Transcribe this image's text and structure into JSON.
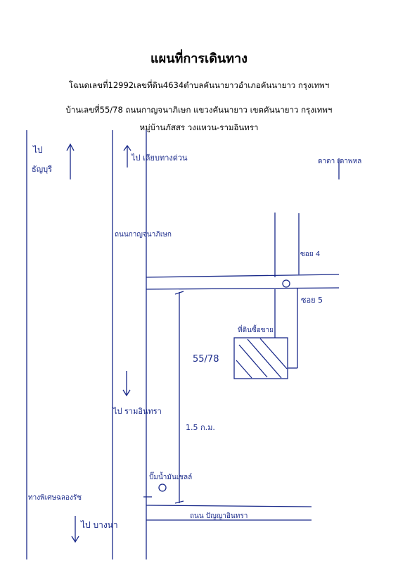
{
  "document": {
    "title": "แผนที่การเดินทาง",
    "line1": "โฉนดเลขที่12992เลขที่ดิน4634ตำบลคันนายาวอำเภอคันนายาว กรุงเทพฯ",
    "line2": "บ้านเลขที่55/78 ถนนกาญจนาภิเษก แขวงคันนายาว เขตคันนายาว กรุงเทพฯ",
    "line3": "หมู่บ้านภัสสร วงแหวน-รามอินทรา"
  },
  "map": {
    "ink_color": "#1a2a8a",
    "labels": {
      "to_left_top": "ไป",
      "to_left_top_place": "ธัญบุรี",
      "to_road_top": "ไป เลียบทางด่วน",
      "corner_top_right": "ดาดา เดาพหล",
      "main_road": "ถนนกาญจนาภิเษก",
      "soi4": "ซอย 4",
      "soi5": "ซอย 5",
      "land_label": "ที่ดินซื้อขาย",
      "house_no": "55/78",
      "distance": "1.5 ก.ม.",
      "to_ramintra": "ไป รามอินทรา",
      "landmark": "ปั๊มน้ำมันเชลล์",
      "expressway": "ทางพิเศษฉลองรัช",
      "to_bottom_left": "ไป บางนา",
      "bottom_road": "ถนน ปัญญาอินทรา"
    }
  }
}
